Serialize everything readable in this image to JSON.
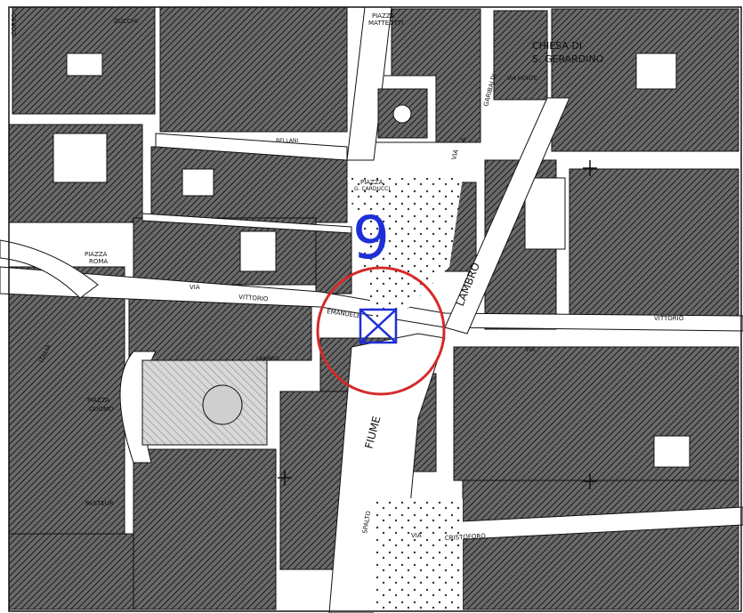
{
  "map": {
    "marker_number": "9",
    "labels": {
      "chiesa_line1": "CHIESA DI",
      "chiesa_line2": "S. GERARDINO",
      "piazza_matteotti_1": "PIAZZA",
      "piazza_matteotti_2": "MATTEOTTI",
      "piazza_carducci_1": "PIAZZA",
      "piazza_carducci_2": "G. CARDUCCI",
      "piazza_roma_1": "PIAZZA",
      "piazza_roma_2": "ROMA",
      "piazza_duomo_1": "PIAZZA",
      "piazza_duomo_2": "DUOMO",
      "lambro": "LAMBRO",
      "fiume": "FIUME",
      "via_vittorio": "VITTORIO",
      "via_emanuele": "EMANUELE",
      "via_v": "VIA",
      "via_right": "VIA",
      "vittorio_right": "VITTORIO",
      "italia": "ITALIA",
      "lambro_small": "LAMBRO",
      "via_a_1": "VIA",
      "via_a_2": "A.",
      "via_garibaldi": "GARIBALDI",
      "cristoforo": "CRISTOFORO",
      "via_bottom": "VIA",
      "pasteur": "PASTEUR",
      "zucchi": "ZUCCHI",
      "via_top_right": "VIA MONTE",
      "bellani": "BELLANI",
      "corso": "CORSO",
      "spalto": "SPALTO"
    },
    "colors": {
      "building_fill": "#5a5a5a",
      "hatch": "#1a1a1a",
      "marker_blue": "#1f2fd6",
      "circle_red": "#d42a2a",
      "duomo_fill": "#c8c8c8"
    },
    "icons": [
      "church-cross-icon",
      "target-box-icon"
    ]
  }
}
